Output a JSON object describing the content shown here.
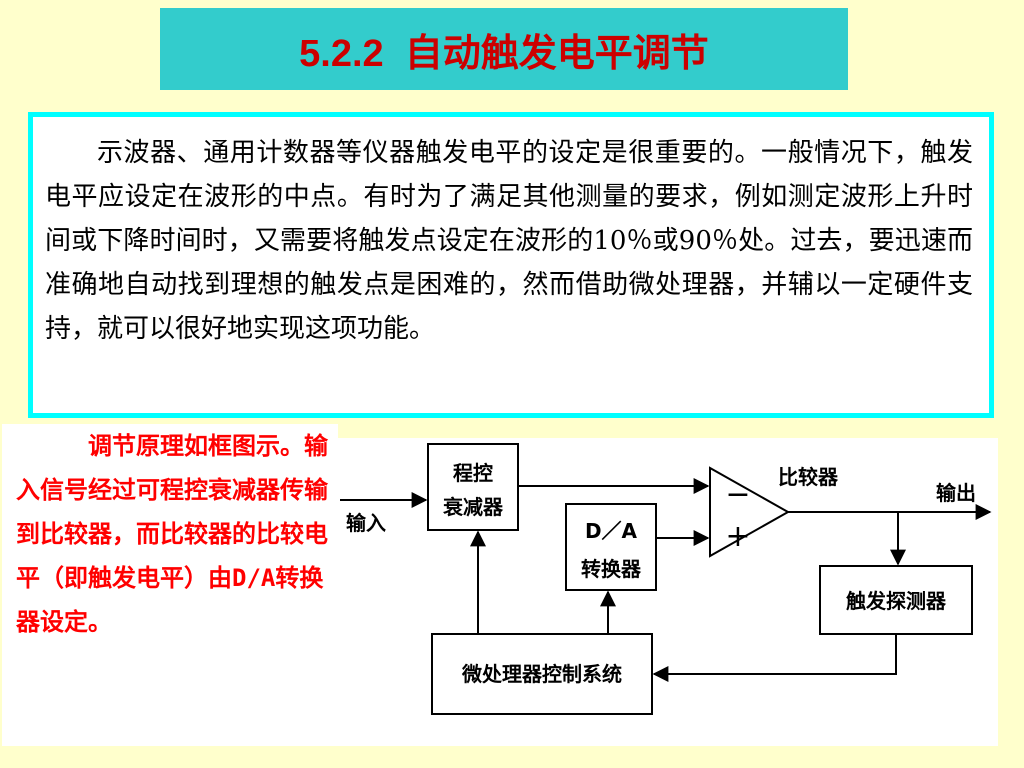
{
  "title": "5.2.2  自动触发电平调节",
  "paragraph": "示波器、通用计数器等仪器触发电平的设定是很重要的。一般情况下，触发电平应设定在波形的中点。有时为了满足其他测量的要求，例如测定波形上升时间或下降时间时，又需要将触发点设定在波形的10％或90％处。过去，要迅速而准确地自动找到理想的触发点是困难的，然而借助微处理器，并辅以一定硬件支持，就可以很好地实现这项功能。",
  "side_note": "调节原理如框图示。输入信号经过可程控衰减器传输到比较器，而比较器的比较电平（即触发电平）由D/A转换器设定。",
  "diagram": {
    "input_label": "输入",
    "output_label": "输出",
    "attenuator": [
      "程控",
      "衰减器"
    ],
    "dac": [
      "D／A",
      "转换器"
    ],
    "comparator_label": "比较器",
    "comparator_minus": "−",
    "comparator_plus": "+",
    "trigger_detector": "触发探测器",
    "mcu_control": "微处理器控制系统"
  },
  "colors": {
    "background": "#FFFFCC",
    "title_bg": "#33CCCC",
    "title_text": "#CC0000",
    "box_border": "#00FFFF",
    "side_text": "#FF0000"
  }
}
